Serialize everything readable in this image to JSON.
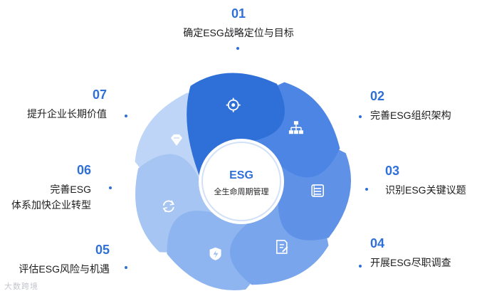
{
  "center": {
    "title": "ESG",
    "subtitle": "全生命周期管理"
  },
  "steps": [
    {
      "num": "01",
      "label": "确定ESG战略定位与目标",
      "icon": "target-icon",
      "color": "#2f6fd8"
    },
    {
      "num": "02",
      "label": "完善ESG组织架构",
      "icon": "org-chart-icon",
      "color": "#4d85e4"
    },
    {
      "num": "03",
      "label": "识别ESG关键议题",
      "icon": "list-icon",
      "color": "#5f92e7"
    },
    {
      "num": "04",
      "label": "开展ESG尽职调查",
      "icon": "document-edit-icon",
      "color": "#78a5ec"
    },
    {
      "num": "05",
      "label": "评估ESG风险与机遇",
      "icon": "shield-icon",
      "color": "#8fb5f0"
    },
    {
      "num": "06",
      "label": "完善ESG",
      "label2": "体系加快企业转型",
      "icon": "refresh-icon",
      "color": "#a7c5f3"
    },
    {
      "num": "07",
      "label": "提升企业长期价值",
      "icon": "diamond-icon",
      "color": "#bfd5f7"
    }
  ],
  "watermark": "大数跨境"
}
